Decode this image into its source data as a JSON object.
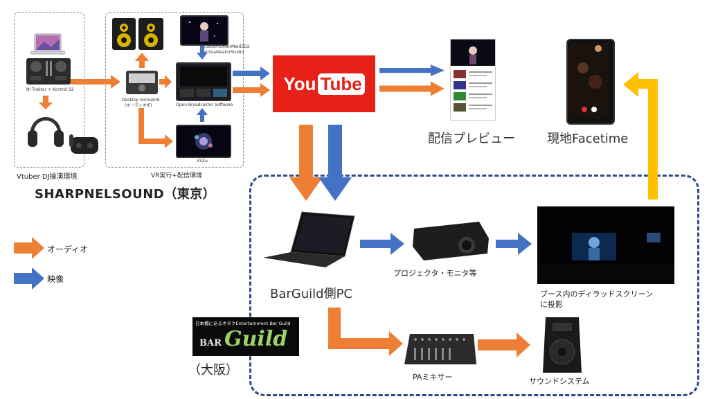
{
  "left_group": {
    "vtuber_dj_label": "Vtuber DJ操演環境",
    "vr_label": "VR実行+配信環境",
    "location": "SHARPNELSOUND（東京）",
    "devices": {
      "traktor": "NI Traktor + Kontrol S2",
      "konnekt_line1": "Desktop konnekt6",
      "konnekt_line2": "(オーディオIF)",
      "custom_line1": "CustomOrderMaid3D2",
      "custom_line2": "VirtualAvatorStudio",
      "obs": "Open Broadcaster Software",
      "vsxu": "VSXu"
    }
  },
  "youtube": {
    "logo_you": "You",
    "logo_tube": "Tube"
  },
  "preview_label": "配信プレビュー",
  "facetime_label": "現地Facetime",
  "venue": {
    "pc_label": "BarGuild側PC",
    "projector_label": "プロジェクタ・モニタ等",
    "screen_line1": "ブース内のディラッドスクリーン",
    "screen_line2": "に投影",
    "mixer_label": "PAミキサー",
    "sound_label": "サウンドシステム",
    "logo_tagline": "日本橋にあるオタクEntertainment Bar Guild",
    "logo_bar": "BAR",
    "logo_guild": "Guild",
    "osaka_label": "（大阪）"
  },
  "legend": {
    "audio": "オーディオ",
    "video": "映像"
  },
  "colors": {
    "audio": "#ee7e34",
    "video": "#4472c4",
    "return": "#ffc000",
    "youtube": "#e62117",
    "venue_border": "#2c4a86"
  }
}
